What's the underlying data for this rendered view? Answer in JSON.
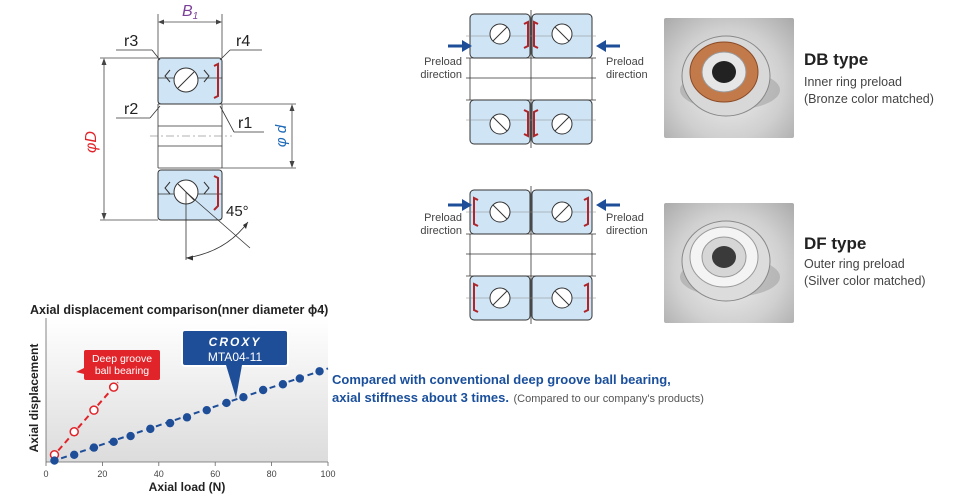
{
  "dimensions": {
    "b1": "B",
    "b1_sub": "1",
    "r1": "r1",
    "r2": "r2",
    "r3": "r3",
    "r4": "r4",
    "outer_diameter": "φD",
    "inner_diameter": "φ d",
    "angle": "45°"
  },
  "preload": {
    "label_line1": "Preload",
    "label_line2": "direction"
  },
  "db_type": {
    "title": "DB type",
    "line1": "Inner ring preload",
    "line2": "(Bronze color matched)"
  },
  "df_type": {
    "title": "DF type",
    "line1": "Outer ring preload",
    "line2": "(Silver color matched)"
  },
  "comparison": {
    "bold_line1": "Compared with conventional deep groove ball bearing,",
    "bold_line2": "axial stiffness about 3 times.",
    "note": "(Compared to our company's products)"
  },
  "colors": {
    "blue_fill": "#cfe4f5",
    "bearing_red": "#b0252a",
    "series_blue": "#1f4e99",
    "series_red": "#e0242a",
    "accent_purple": "#7b3f98"
  },
  "chart_data": {
    "type": "scatter",
    "title": "Axial displacement comparison(nner diameter ϕ4)",
    "xlabel": "Axial load (N)",
    "ylabel": "Axial displacement",
    "xlim": [
      0,
      100
    ],
    "ylim": [
      0,
      100
    ],
    "xticks": [
      "0",
      "20",
      "40",
      "60",
      "80",
      "100"
    ],
    "series": [
      {
        "name": "Deep groove ball bearing",
        "color": "#e0242a",
        "marker": "open-circle",
        "x": [
          3,
          10,
          17,
          24
        ],
        "y": [
          5,
          21,
          36,
          52
        ]
      },
      {
        "name": "CROXY MTA04-11",
        "color": "#1f4e99",
        "marker": "filled-circle",
        "x": [
          3,
          10,
          17,
          24,
          30,
          37,
          44,
          50,
          57,
          64,
          70,
          77,
          84,
          90,
          97
        ],
        "y": [
          1,
          5,
          10,
          14,
          18,
          23,
          27,
          31,
          36,
          41,
          45,
          50,
          54,
          58,
          63
        ]
      }
    ],
    "callouts": {
      "deep_groove_line1": "Deep groove",
      "deep_groove_line2": "ball bearing",
      "croxy_brand": "CROXY",
      "croxy_model": "MTA04-11"
    }
  }
}
